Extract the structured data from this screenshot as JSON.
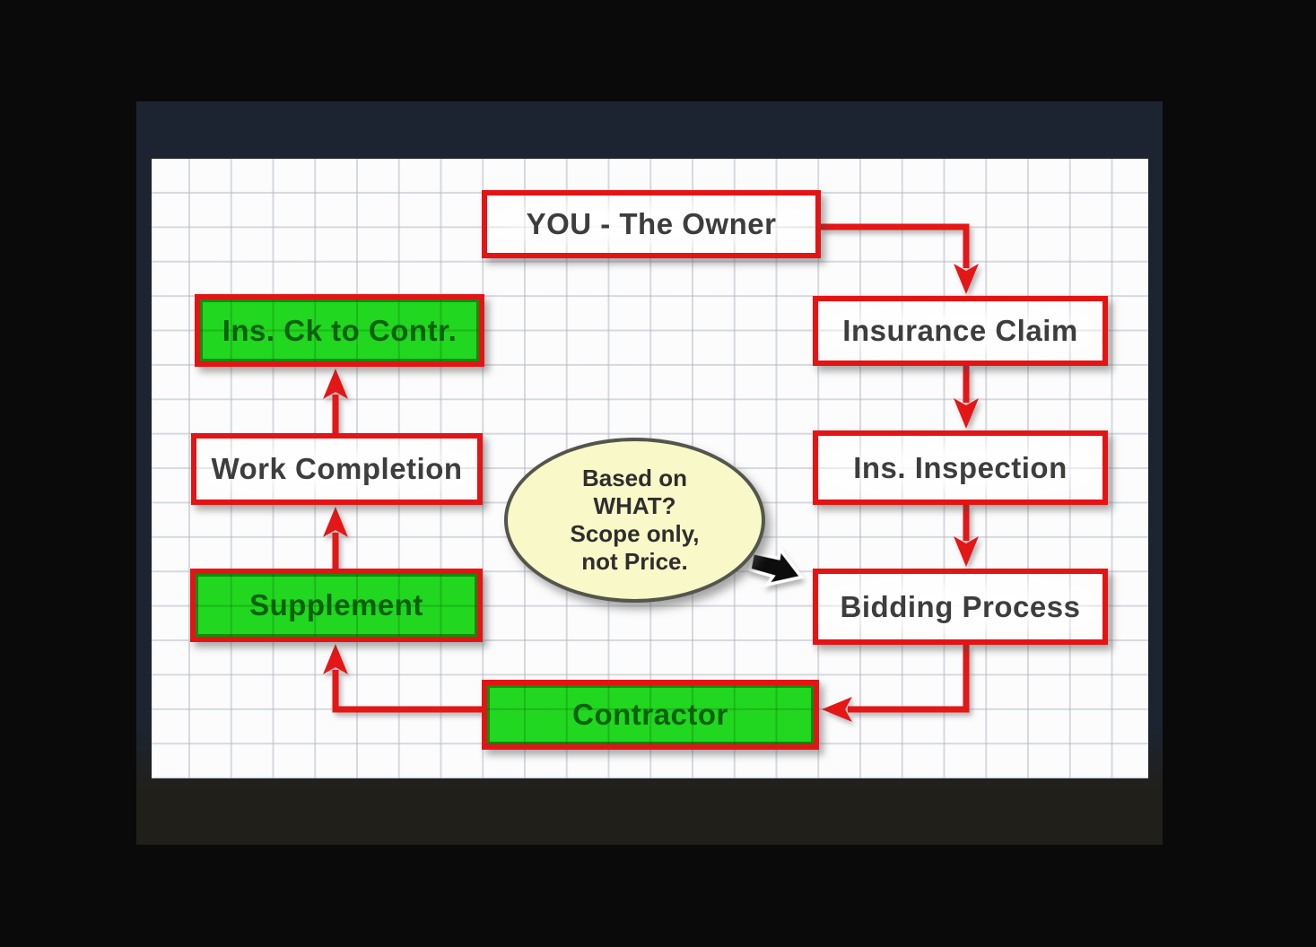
{
  "window": {
    "background": "#0a0a0a",
    "slide_panel_top_color": "#1c2431",
    "slide_panel_bottom_color": "#211f1a",
    "board_background": "#fcfcfd"
  },
  "diagram": {
    "nodes": {
      "owner": {
        "label": "YOU - The Owner",
        "style": "white"
      },
      "insurance_claim": {
        "label": "Insurance Claim",
        "style": "white"
      },
      "ins_inspection": {
        "label": "Ins. Inspection",
        "style": "white"
      },
      "bidding_process": {
        "label": "Bidding Process",
        "style": "white"
      },
      "contractor": {
        "label": "Contractor",
        "style": "green"
      },
      "supplement": {
        "label": "Supplement",
        "style": "green"
      },
      "work_completion": {
        "label": "Work Completion",
        "style": "white"
      },
      "ins_ck_to_contr": {
        "label": "Ins. Ck to Contr.",
        "style": "green"
      }
    },
    "callout": {
      "lines": [
        "Based on",
        "WHAT?",
        "Scope only,",
        "not Price."
      ]
    },
    "colors": {
      "box_border_red": "#e41414",
      "arrow_red": "#e41414",
      "green_fill": "#21d71f",
      "white_fill": "#fdfdfe",
      "callout_fill": "#f8f8c8",
      "callout_border": "#54554c",
      "text_dark": "#3d3d3d",
      "text_green": "#0a610d",
      "pointer_black": "#111111"
    }
  }
}
